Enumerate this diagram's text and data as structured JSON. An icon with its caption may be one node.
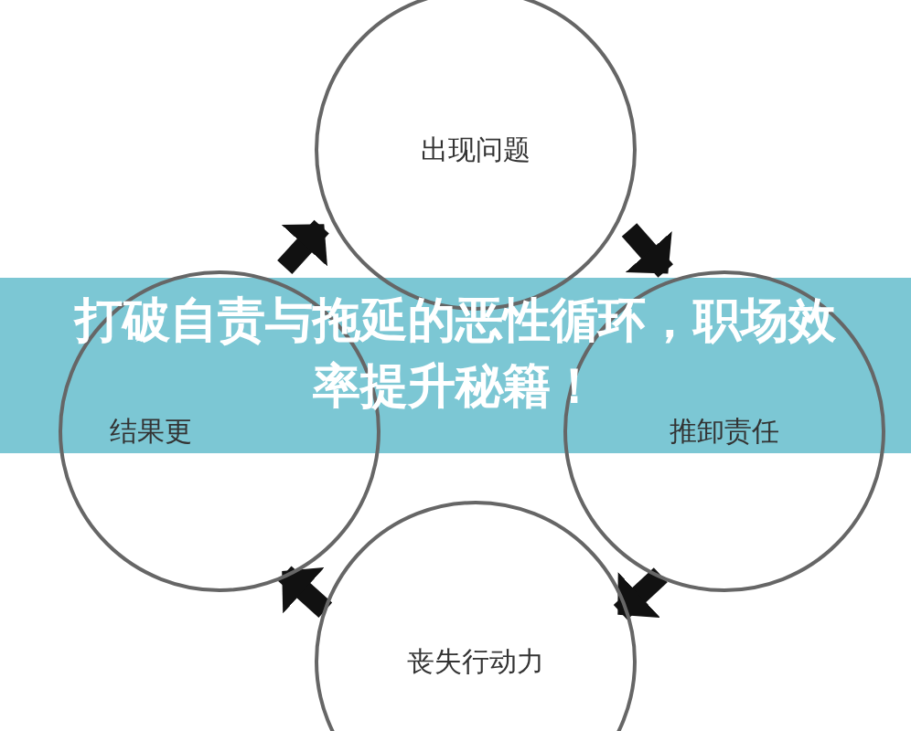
{
  "diagram": {
    "title": "打破自责与拖延的恶性循环，职场效率提升秘籍！",
    "nodes": [
      {
        "text": [
          "出现问题"
        ]
      },
      {
        "text": [
          "推卸责任"
        ]
      },
      {
        "text": [
          "丧失行动力"
        ]
      },
      {
        "text": [
          "结果更"
        ]
      }
    ],
    "edges": [
      {
        "from": 0,
        "to": 1,
        "arrow": "to"
      },
      {
        "from": 1,
        "to": 2,
        "arrow": "to"
      },
      {
        "from": 2,
        "to": 3,
        "arrow": "to"
      },
      {
        "from": 3,
        "to": 0,
        "arrow": "to"
      }
    ]
  }
}
